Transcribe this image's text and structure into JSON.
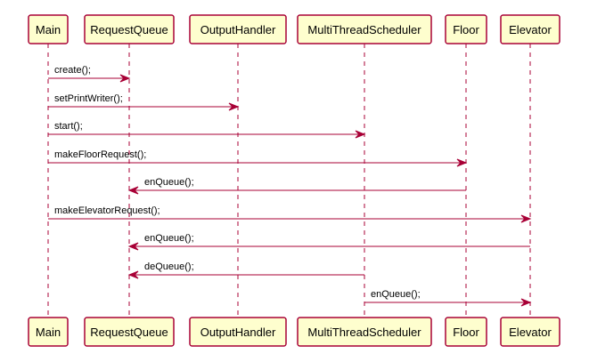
{
  "participants": [
    {
      "id": "main",
      "label": "Main"
    },
    {
      "id": "requestqueue",
      "label": "RequestQueue"
    },
    {
      "id": "outputhandler",
      "label": "OutputHandler"
    },
    {
      "id": "multithreadscheduler",
      "label": "MultiThreadScheduler"
    },
    {
      "id": "floor",
      "label": "Floor"
    },
    {
      "id": "elevator",
      "label": "Elevator"
    }
  ],
  "messages": [
    {
      "from": "main",
      "to": "requestqueue",
      "label": "create();"
    },
    {
      "from": "main",
      "to": "outputhandler",
      "label": "setPrintWriter();"
    },
    {
      "from": "main",
      "to": "multithreadscheduler",
      "label": "start();"
    },
    {
      "from": "main",
      "to": "floor",
      "label": "makeFloorRequest();"
    },
    {
      "from": "floor",
      "to": "requestqueue",
      "label": "enQueue();"
    },
    {
      "from": "main",
      "to": "elevator",
      "label": "makeElevatorRequest();"
    },
    {
      "from": "elevator",
      "to": "requestqueue",
      "label": "enQueue();"
    },
    {
      "from": "multithreadscheduler",
      "to": "requestqueue",
      "label": "deQueue();"
    },
    {
      "from": "multithreadscheduler",
      "to": "elevator",
      "label": "enQueue();"
    }
  ],
  "colors": {
    "border": "#A80036",
    "box_fill": "#FEFECE",
    "text": "#000000"
  }
}
